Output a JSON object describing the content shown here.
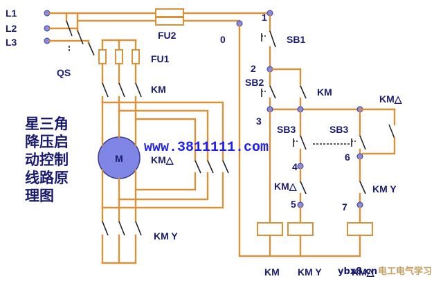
{
  "title_lines": [
    "星三角",
    "降压启",
    "动控制",
    "线路原",
    "理图"
  ],
  "url": "www.3811111.com",
  "motor_label": "M",
  "phases": [
    "L1",
    "L2",
    "L3"
  ],
  "power_labels": {
    "qs": "QS",
    "fu2": "FU2",
    "fu1": "FU1",
    "km_main": "KM",
    "km_delta": "KM△",
    "km_y": "KM Y"
  },
  "control_labels": {
    "sb1": "SB1",
    "sb2": "SB2",
    "km_aux": "KM",
    "sb3_left": "SB3",
    "sb3_right": "SB3",
    "km_delta_top": "KM△",
    "km_delta_interlock": "KM△",
    "km_y_interlock": "KM Y",
    "coil_km": "KM",
    "coil_kmy": "KM Y",
    "coil_kmd": "KM△"
  },
  "nodes": [
    "0",
    "1",
    "2",
    "3",
    "4",
    "5",
    "6",
    "7"
  ],
  "watermark": {
    "site": "ybx8.cn",
    "channel": "电工电气学习"
  },
  "colors": {
    "wire": "#d9923a",
    "text": "#1a1a6e",
    "url": "#1f1ff0",
    "motor": "#7f86e6"
  }
}
